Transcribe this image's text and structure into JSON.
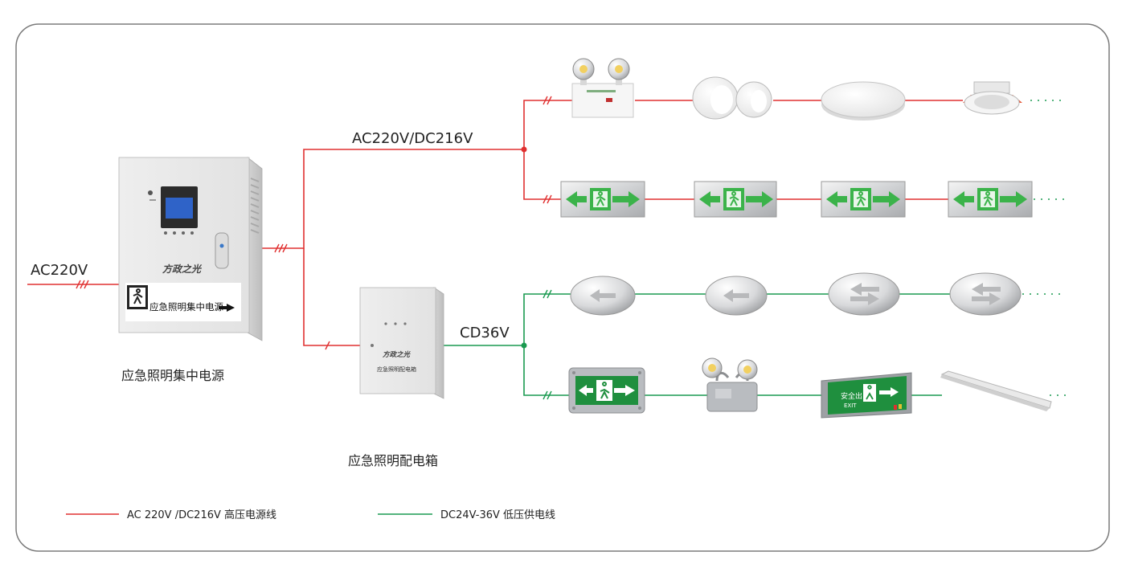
{
  "main_input": {
    "label": "AC220V"
  },
  "main_bus": {
    "label": "AC220V/DC216V"
  },
  "low_bus": {
    "label": "CD36V"
  },
  "central_power": {
    "caption": "应急照明集中电源",
    "brand": "方政之光",
    "panel_text": "应急照明集中电源"
  },
  "distribution_box": {
    "caption": "应急照明配电箱",
    "brand": "方政之光",
    "panel_text": "应急照明配电箱"
  },
  "exit_sign": {
    "text": "安全出口",
    "text_en": "EXIT"
  },
  "legend": {
    "items": [
      {
        "label": "AC 220V /DC216V 高压电源线",
        "color": "#e03030"
      },
      {
        "label": "DC24V-36V 低压供电线",
        "color": "#1a9a50"
      }
    ]
  },
  "colors": {
    "high_voltage": "#e03030",
    "low_voltage": "#1a9a50",
    "border": "#777777",
    "exit_green": "#3bb34a"
  }
}
